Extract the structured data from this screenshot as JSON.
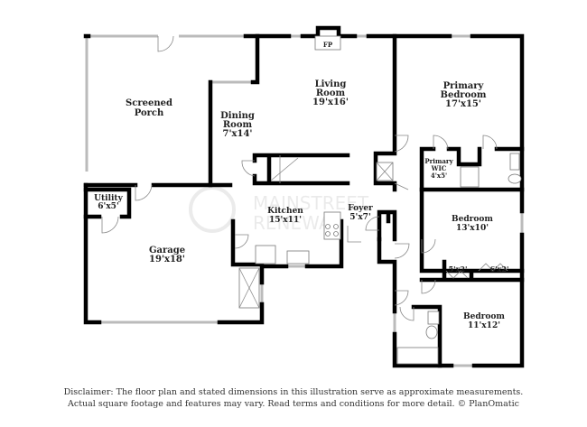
{
  "rooms": {
    "screened_porch": {
      "name_1": "Screened",
      "name_2": "Porch"
    },
    "dining": {
      "name_1": "Dining",
      "name_2": "Room",
      "size": "7'x14'"
    },
    "living": {
      "name_1": "Living",
      "name_2": "Room",
      "size": "19'x16'"
    },
    "fireplace": {
      "name": "FP"
    },
    "primary_bedroom": {
      "name_1": "Primary",
      "name_2": "Bedroom",
      "size": "17'x15'"
    },
    "primary_wic": {
      "name_1": "Primary",
      "name_2": "WIC",
      "size": "4'x5'"
    },
    "utility": {
      "name": "Utility",
      "size": "6'x5'"
    },
    "kitchen": {
      "name": "Kitchen",
      "size": "15'x11'"
    },
    "foyer": {
      "name": "Foyer",
      "size": "5'x7'"
    },
    "bedroom_2": {
      "name": "Bedroom",
      "size": "13'x10'"
    },
    "closet_1": {
      "size": "5'x2'"
    },
    "closet_2": {
      "size": "6'x2'"
    },
    "garage": {
      "name": "Garage",
      "size": "19'x18'"
    },
    "bedroom_3": {
      "name": "Bedroom",
      "size": "11'x12'"
    }
  },
  "watermark": {
    "line_1": "MAINSTREET",
    "line_2": "RENEWAL"
  },
  "disclaimer": {
    "line_1": "Disclaimer: The floor plan and stated dimensions in this illustration serve as approximate measurements.",
    "line_2": "Actual square footage and features may vary. Read terms and conditions for more detail. © PlanOmatic"
  }
}
